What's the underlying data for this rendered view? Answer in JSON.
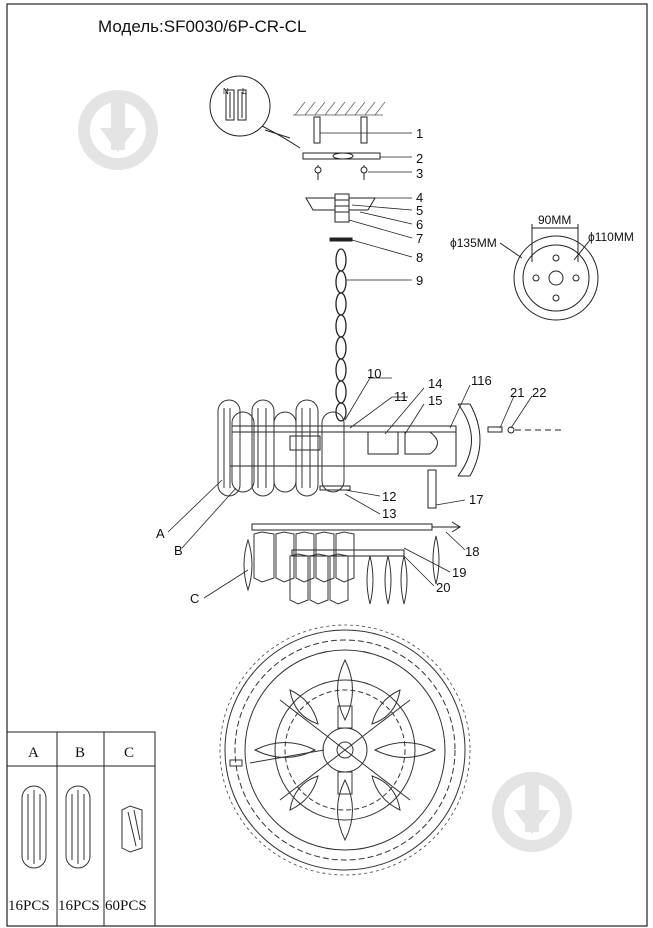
{
  "title": "Модель:SF0030/6P-CR-CL",
  "wiring_labels": {
    "n": "N",
    "l": "L"
  },
  "callouts": [
    "1",
    "2",
    "3",
    "4",
    "5",
    "6",
    "7",
    "8",
    "9",
    "10",
    "11",
    "14",
    "15",
    "116",
    "21",
    "22",
    "12",
    "13",
    "17",
    "18",
    "19",
    "20"
  ],
  "letter_callouts": [
    "A",
    "B",
    "C"
  ],
  "dimensions": {
    "outer": "ϕ135MM",
    "width": "90MM",
    "inner": "ϕ110MM"
  },
  "parts_table": {
    "headers": [
      "A",
      "B",
      "C"
    ],
    "counts": [
      "16PCS",
      "16PCS",
      "60PCS"
    ]
  },
  "colors": {
    "line": "#222222",
    "watermark": "#e6e6e6"
  }
}
